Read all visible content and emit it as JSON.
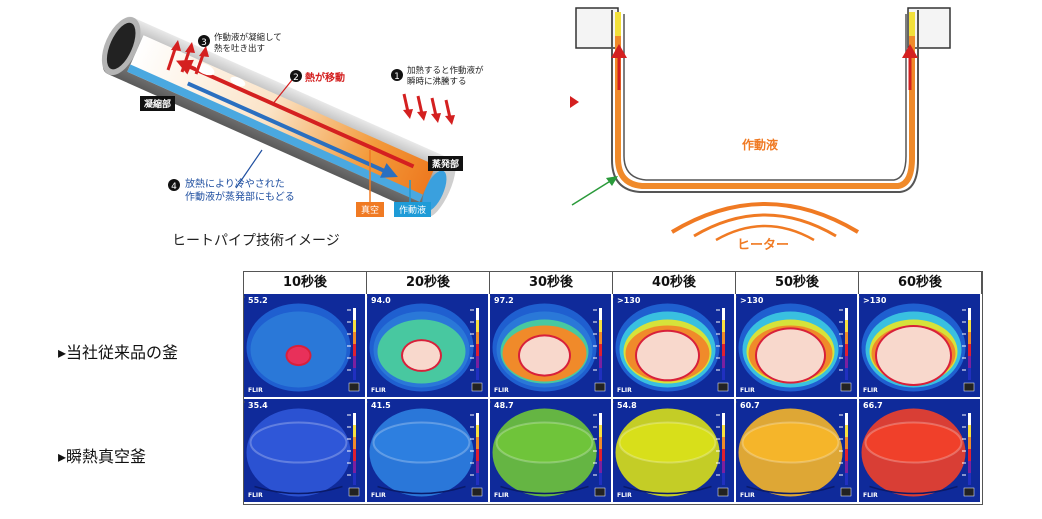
{
  "pipe": {
    "step1": "加熱すると作動液が\n瞬時に沸騰する",
    "step2": "熱が移動",
    "step3": "作動液が凝縮して\n熱を吐き出す",
    "step4": "放熱により冷やされた\n作動液が蒸発部にもどる",
    "condenser_label": "凝縮部",
    "evaporator_label": "蒸発部",
    "vacuum_label": "真空",
    "fluid_label": "作動液",
    "caption": "ヒートパイプ技術イメージ"
  },
  "pot": {
    "fluid_label": "作動液",
    "heater_label": "ヒーター"
  },
  "comparison": {
    "columns": [
      "10秒後",
      "20秒後",
      "30秒後",
      "40秒後",
      "50秒後",
      "60秒後"
    ],
    "rows": [
      {
        "label": "▸当社従来品の釜",
        "temps": [
          "55.2",
          "94.0",
          "97.2",
          ">130",
          ">130",
          ">130"
        ],
        "ring_level": [
          0.1,
          0.35,
          0.55,
          0.75,
          0.85,
          0.95
        ]
      },
      {
        "label": "▸瞬熱真空釜",
        "temps": [
          "35.4",
          "41.5",
          "48.7",
          "54.8",
          "60.7",
          "66.7"
        ],
        "fill_colors": [
          "#2f57d8",
          "#2d7fe0",
          "#6fc43a",
          "#d8df1a",
          "#f5b52a",
          "#f0402a"
        ]
      }
    ],
    "camera_brand": "FLIR"
  },
  "colors": {
    "pipe_orange": "#f08a2a",
    "pipe_blue": "#4aa8e0",
    "accent_red": "#d42020",
    "ir_background": "#0f2a9a"
  }
}
